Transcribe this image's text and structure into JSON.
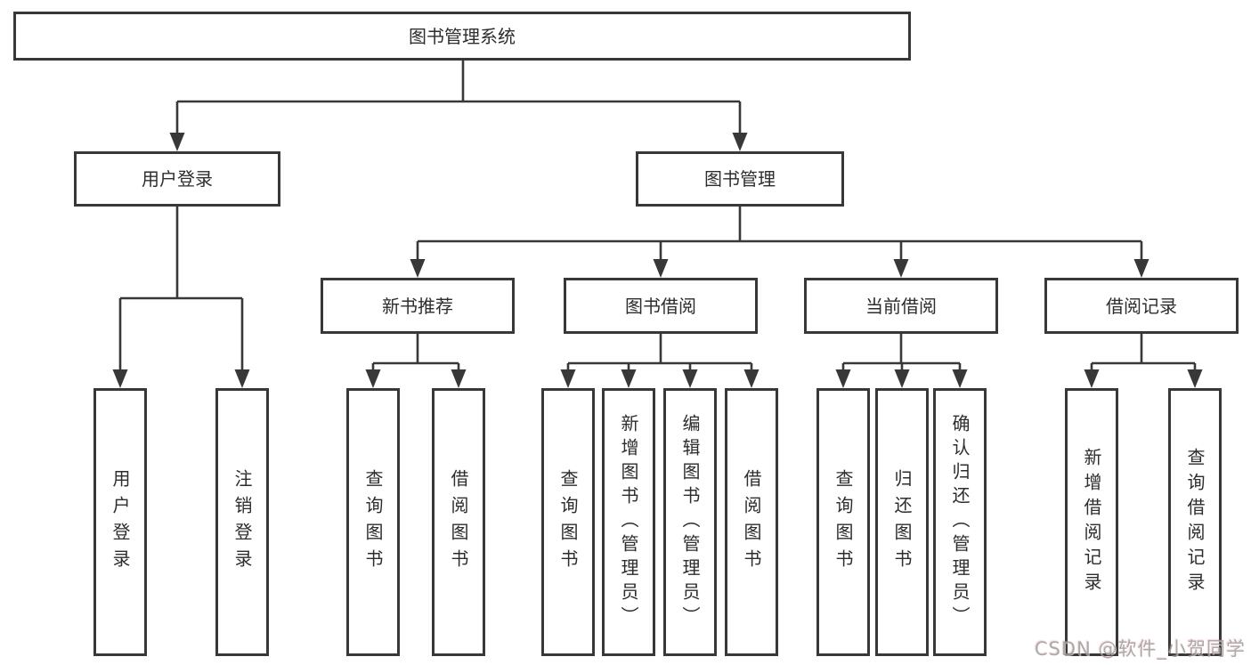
{
  "watermark": "CSDN @软件_小贺同学",
  "colors": {
    "line": "#383838",
    "border": "#383838",
    "text": "#2d2d2d",
    "background": "#ffffff",
    "watermark": "#9c9c9c"
  },
  "tree": {
    "label": "图书管理系统",
    "children": [
      {
        "label": "用户登录",
        "children": [
          {
            "label": "用户登录"
          },
          {
            "label": "注销登录"
          }
        ]
      },
      {
        "label": "图书管理",
        "children": [
          {
            "label": "新书推荐",
            "children": [
              {
                "label": "查询图书"
              },
              {
                "label": "借阅图书"
              }
            ]
          },
          {
            "label": "图书借阅",
            "children": [
              {
                "label": "查询图书"
              },
              {
                "label": "新增图书（管理员）"
              },
              {
                "label": "编辑图书（管理员）"
              },
              {
                "label": "借阅图书"
              }
            ]
          },
          {
            "label": "当前借阅",
            "children": [
              {
                "label": "查询图书"
              },
              {
                "label": "归还图书"
              },
              {
                "label": "确认归还（管理员）"
              }
            ]
          },
          {
            "label": "借阅记录",
            "children": [
              {
                "label": "新增借阅记录"
              },
              {
                "label": "查询借阅记录"
              }
            ]
          }
        ]
      }
    ]
  }
}
